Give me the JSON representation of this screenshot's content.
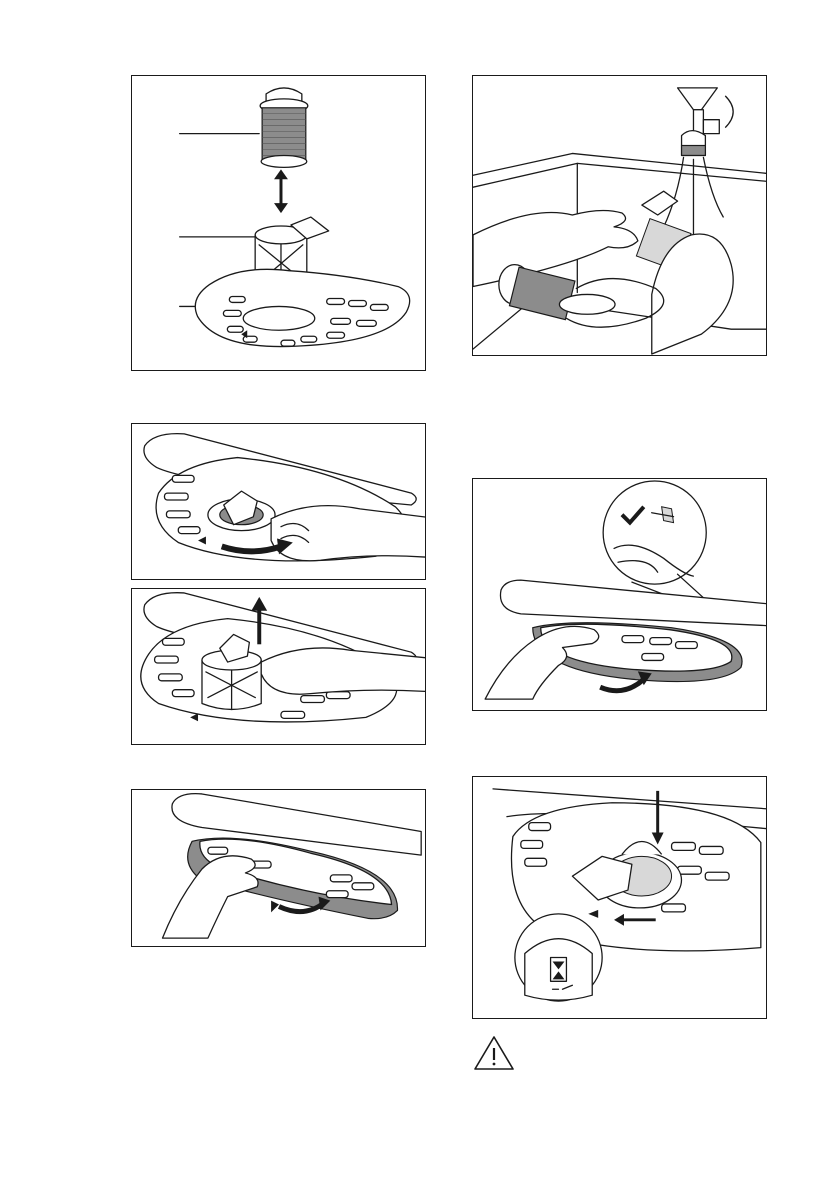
{
  "page": {
    "background": "#ffffff",
    "line_color": "#1a1a1a",
    "shade_color": "#8c8c8c"
  },
  "figures": [
    {
      "id": "filter-assembly",
      "icon": "filter-exploded-view"
    },
    {
      "id": "filter-rinse",
      "icon": "rinse-under-tap"
    },
    {
      "id": "filter-unlock",
      "icon": "turn-filter-anticlockwise"
    },
    {
      "id": "filter-lift",
      "icon": "lift-filter-out"
    },
    {
      "id": "flat-filter-remove",
      "icon": "remove-flat-filter"
    },
    {
      "id": "flat-filter-check",
      "icon": "check-flat-filter-position"
    },
    {
      "id": "filter-lock",
      "icon": "turn-filter-clockwise-lock"
    }
  ],
  "warning": {
    "icon": "warning-triangle-icon"
  }
}
